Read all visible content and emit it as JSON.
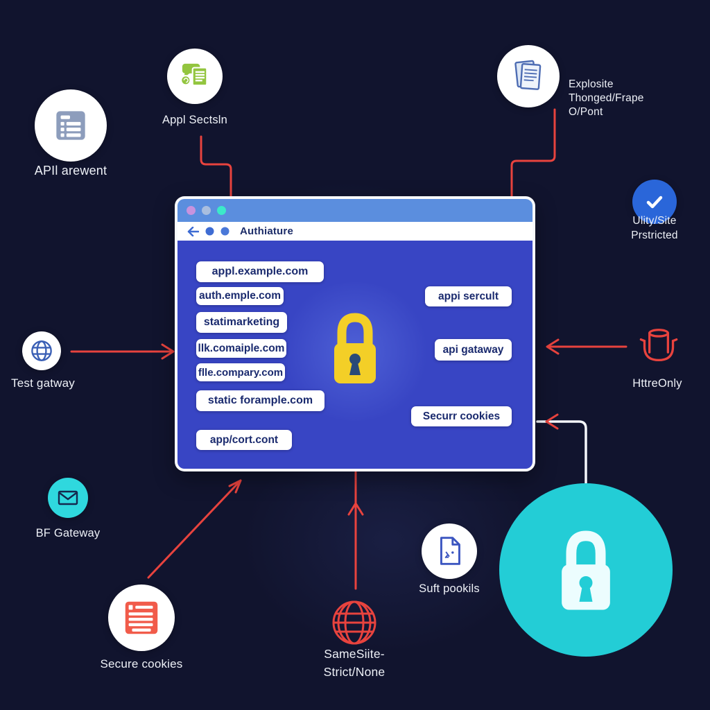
{
  "colors": {
    "background": "#11142e",
    "accent_red": "#e8433e",
    "titlebar_blue": "#5b8ede",
    "content_blue": "#3845c4",
    "lock_yellow": "#f3cf27",
    "teal_circle": "#23cdd6",
    "check_blue": "#2a66d9",
    "icon_green": "#93c53f",
    "icon_grey_blue": "#8d9dbc",
    "icon_red_doc": "#f15b4a"
  },
  "browser": {
    "title": "Authiature",
    "domain_chips": [
      "appl.example.com",
      "auth.emple.com",
      "statimarketing",
      "llk.comaiple.com",
      "flle.compary.com",
      "static forample.com",
      "app/cort.cont"
    ],
    "action_buttons": [
      "appi sercult",
      "api gataway",
      "Securr cookies"
    ]
  },
  "nodes": {
    "api_list": {
      "label": "APIl arewent",
      "icon": "list-form-icon"
    },
    "app_section": {
      "label": "Appl Sectsln",
      "icon": "chat-document-icon"
    },
    "exploit_doc": {
      "label": "Explosite\nThonged/Frape\nO/Pont",
      "icon": "documents-icon"
    },
    "site_check": {
      "label": "Ulity/Site\nPrstricted",
      "icon": "checkmark-icon"
    },
    "test_gateway": {
      "label": "Test gatway",
      "icon": "globe-icon"
    },
    "http_only": {
      "label": "HttreOnly",
      "icon": "cylinder-cup-icon"
    },
    "bf_gateway": {
      "label": "BF Gateway",
      "icon": "envelope-icon"
    },
    "secure_cookies": {
      "label": "Secure cookies",
      "icon": "red-document-icon"
    },
    "samesite": {
      "label": "SameSiite-\nStrict/None",
      "icon": "red-globe-icon"
    },
    "soft_cookies": {
      "label": "Suft pookils",
      "icon": "page-icon"
    },
    "big_lock": {
      "icon": "lock-icon"
    }
  }
}
